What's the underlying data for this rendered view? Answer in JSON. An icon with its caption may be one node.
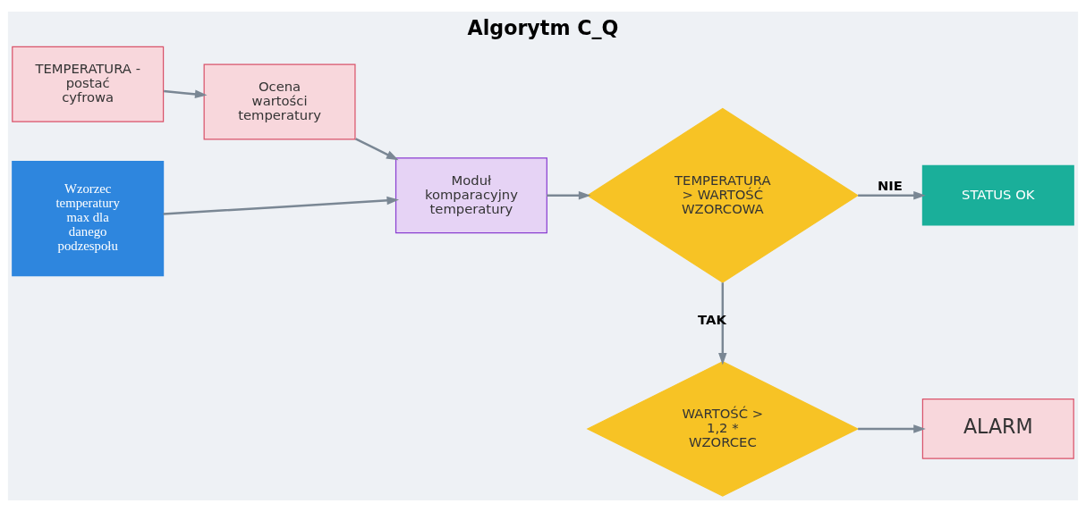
{
  "diagram": {
    "title": "Algorytm C_Q",
    "nodes": [
      {
        "text": [
          "TEMPERATURA - postać cyfrowa"
        ]
      },
      {
        "text": [
          "Ocena wartości temperatury"
        ]
      },
      {
        "text": [
          "Moduł komparacyjny temperatury"
        ]
      },
      {
        "text": [
          "Wzorzec temperatury max dla danego podzespołu"
        ]
      },
      {
        "text": [
          "TEMPERATURA > WARTOŚĆ WZORCOWA"
        ]
      },
      {
        "text": [
          "STATUS OK"
        ]
      },
      {
        "text": [
          "WARTOŚĆ > 1,2 * WZORCEC"
        ]
      },
      {
        "text": [
          "ALARM"
        ]
      }
    ],
    "edges": [
      {
        "from": 0,
        "to": 1,
        "arrow": "to"
      },
      {
        "from": 1,
        "to": 2,
        "arrow": "to"
      },
      {
        "from": 3,
        "to": 2,
        "arrow": "to"
      },
      {
        "from": 2,
        "to": 4,
        "arrow": "to"
      },
      {
        "from": 4,
        "to": 5,
        "arrow": "to",
        "label": "NIE"
      },
      {
        "from": 4,
        "to": 6,
        "arrow": "to",
        "label": "TAK"
      },
      {
        "from": 6,
        "to": 7,
        "arrow": "to"
      }
    ]
  }
}
